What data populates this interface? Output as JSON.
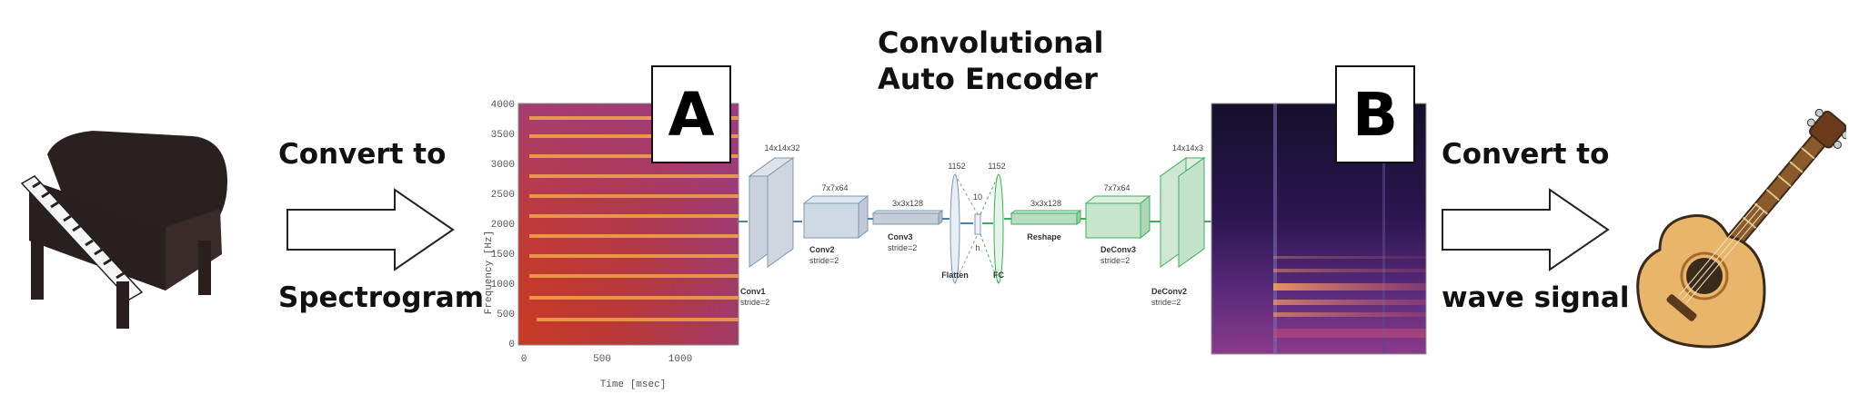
{
  "title": {
    "line1": "Convolutional",
    "line2": "Auto Encoder"
  },
  "left_arrow": {
    "top": "Convert to",
    "bottom": "Spectrogram"
  },
  "right_arrow": {
    "top": "Convert to",
    "bottom": "wave signal"
  },
  "box_a": "A",
  "box_b": "B",
  "spectrogram_a": {
    "y_ticks": [
      "4000",
      "3500",
      "3000",
      "2500",
      "2000",
      "1500",
      "1000",
      "500",
      "0"
    ],
    "x_ticks": [
      "0",
      "500",
      "1000"
    ],
    "ylabel": "Frequency [Hz]",
    "xlabel": "Time [msec]"
  },
  "network": {
    "layers": [
      {
        "dim": "14x14x32",
        "name": "Conv1",
        "sub": "stride=2"
      },
      {
        "dim": "7x7x64",
        "name": "Conv2",
        "sub": "stride=2"
      },
      {
        "dim": "3x3x128",
        "name": "Conv3",
        "sub": "stride=2"
      },
      {
        "dim": "1152",
        "name": "Flatten",
        "sub": ""
      },
      {
        "dim": "10",
        "name": "h",
        "sub": ""
      },
      {
        "dim": "1152",
        "name": "FC",
        "sub": ""
      },
      {
        "dim": "3x3x128",
        "name": "Reshape",
        "sub": ""
      },
      {
        "dim": "7x7x64",
        "name": "DeConv3",
        "sub": "stride=2"
      },
      {
        "dim": "14x14x3",
        "name": "DeConv2",
        "sub": "stride=2"
      }
    ]
  },
  "icons": {
    "left": "grand-piano-icon",
    "right": "acoustic-guitar-icon"
  },
  "colors": {
    "encoder": "#4f7fb0",
    "decoder": "#3fae5a",
    "spec_a_base": "#c8402a",
    "spec_b_base": "#1a0f3a"
  }
}
